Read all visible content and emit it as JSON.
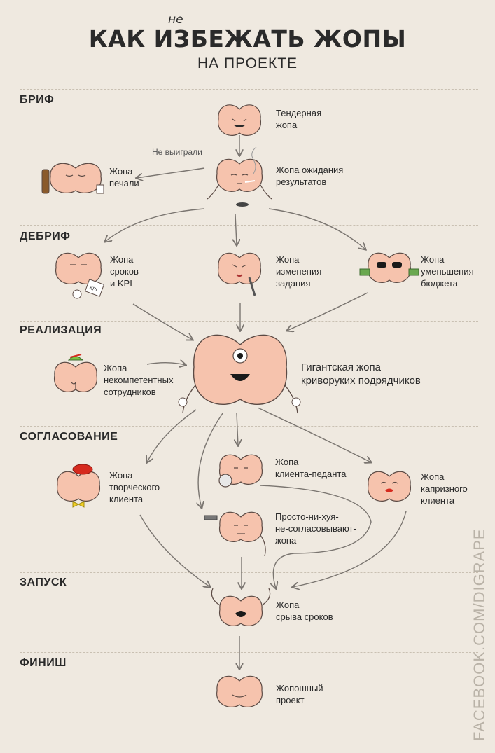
{
  "title": {
    "ne": "не",
    "main": "КАК ИЗБЕЖАТЬ ЖОПЫ",
    "sub": "НА ПРОЕКТЕ"
  },
  "stages": [
    "БРИФ",
    "ДЕБРИФ",
    "РЕАЛИЗАЦИЯ",
    "СОГЛАСОВАНИЕ",
    "ЗАПУСК",
    "ФИНИШ"
  ],
  "nodes": {
    "tender": "Тендерная\nжопа",
    "waiting": "Жопа ожидания\nрезультатов",
    "sadness": "Жопа\nпечали",
    "deadlines_kpi": "Жопа\nсроков\nи KPI",
    "task_change": "Жопа\nизменения\nзадания",
    "budget_cut": "Жопа\nуменьшения\nбюджета",
    "incompetent": "Жопа\nнекомпетентных\nсотрудников",
    "giant": "Гигантская жопа\nкриворуких подрядчиков",
    "creative_client": "Жопа\nтворческого\nклиента",
    "pedant_client": "Жопа\nклиента-педанта",
    "capricious_client": "Жопа\nкапризного\nклиента",
    "just_disagree": "Просто-ни-хуя-\nне-согласовывают-\nжопа",
    "missed_deadlines": "Жопа\nсрыва сроков",
    "awesome": "Жопошный\nпроект"
  },
  "edge_labels": {
    "lost": "Не выиграли"
  },
  "kpi_text": "KPI",
  "watermark": "FACEBOOK.COM/DIGRAPE",
  "colors": {
    "background": "#efe9e0",
    "skin": "#f6c3ad",
    "skin_outline": "#5b4a44",
    "arrow": "#7a7570",
    "text": "#2a2a2a",
    "hat_red": "#d62a1e",
    "bow_yellow": "#f2d024",
    "money_green": "#6aa84f",
    "propeller_green": "#7cc242"
  }
}
